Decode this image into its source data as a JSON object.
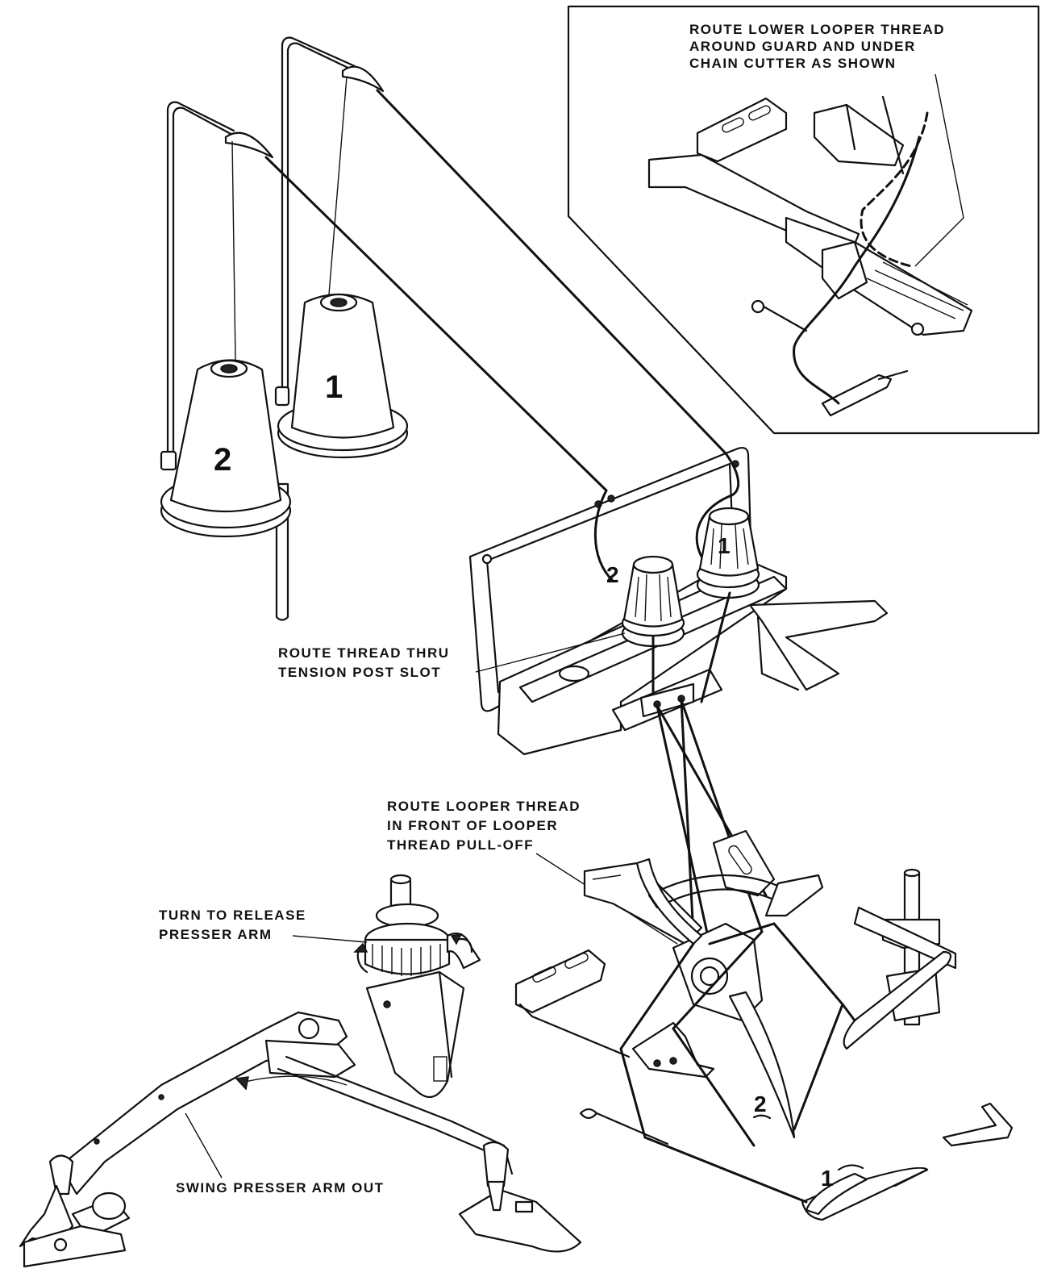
{
  "callouts": {
    "lower_looper_route": [
      "ROUTE LOWER LOOPER THREAD",
      "AROUND GUARD AND UNDER",
      "CHAIN CUTTER AS SHOWN"
    ],
    "tension_post": [
      "ROUTE THREAD THRU",
      "TENSION POST SLOT"
    ],
    "looper_front": [
      "ROUTE LOOPER THREAD",
      "IN FRONT OF LOOPER",
      "THREAD PULL-OFF"
    ],
    "release_presser": [
      "TURN TO RELEASE",
      "PRESSER ARM"
    ],
    "swing_presser": [
      "SWING PRESSER ARM OUT"
    ]
  },
  "cone_labels": {
    "cone_1": "1",
    "cone_2": "2"
  },
  "tension_labels": {
    "post_1": "1",
    "post_2": "2"
  },
  "looper_labels": {
    "looper_1": "1",
    "looper_2": "2"
  }
}
